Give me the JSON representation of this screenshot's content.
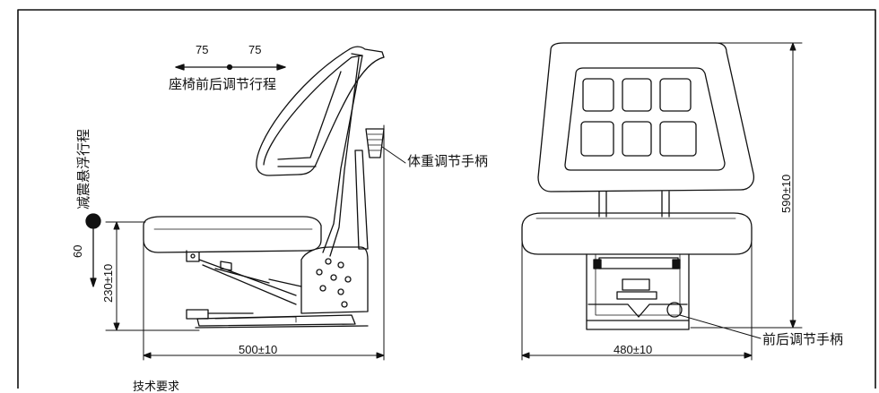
{
  "side_view": {
    "fore_aft_left": "75",
    "fore_aft_right": "75",
    "fore_aft_label": "座椅前后调节行程",
    "suspension_label": "减震悬浮行程",
    "suspension_value": "60",
    "height_dim": "230±10",
    "width_dim": "500±10",
    "weight_handle_label": "体重调节手柄"
  },
  "front_view": {
    "height_dim": "590±10",
    "width_dim": "480±10",
    "fore_aft_handle_label": "前后调节手柄"
  },
  "footer": {
    "tech_req": "技术要求"
  }
}
